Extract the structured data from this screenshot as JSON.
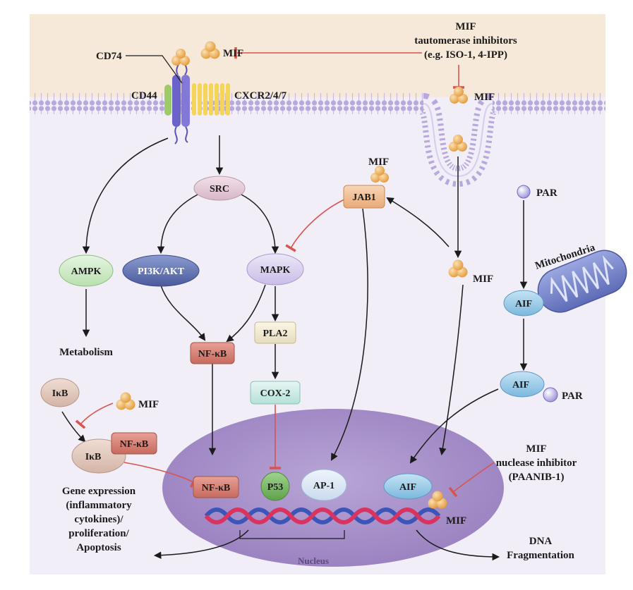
{
  "colors": {
    "extracellular": "#f6e9d9",
    "cytoplasm": "#f1eef7",
    "membrane": "#b9a8dc",
    "nucleus": "#a58fc7",
    "mif_particle": "#efb460",
    "activation_arrow": "#1b1b1b",
    "inhibition": "#d9534f",
    "dna_red": "#d8345f",
    "dna_blue": "#3b55b8"
  },
  "labels": {
    "cd74": "CD74",
    "mif_top": "MIF",
    "inhibitor_line1": "MIF",
    "inhibitor_line2": "tautomerase inhibitors",
    "inhibitor_line3": "(e.g. ISO-1, 4-IPP)",
    "cd44": "CD44",
    "cxcr": "CXCR2/4/7",
    "mif_endocytosis": "MIF",
    "mif_jab1": "MIF",
    "par_top": "PAR",
    "mitochondria": "Mitochondria",
    "mif_cytosol": "MIF",
    "metabolism": "Metabolism",
    "mif_ikb": "MIF",
    "par_bound": "PAR",
    "nuclease_line1": "MIF",
    "nuclease_line2": "nuclease inhibitor",
    "nuclease_line3": "(PAANIB-1)",
    "gene_line1": "Gene expression",
    "gene_line2": "(inflammatory",
    "gene_line3": "cytokines)/",
    "gene_line4": "proliferation/",
    "gene_line5": "Apoptosis",
    "mif_nucleus": "MIF",
    "dna_line1": "DNA",
    "dna_line2": "Fragmentation",
    "nucleus": "Nucleus"
  },
  "nodes": {
    "src": "SRC",
    "jab1": "JAB1",
    "ampk": "AMPK",
    "pi3k": "PI3K/AKT",
    "mapk": "MAPK",
    "pla2": "PLA2",
    "nfkb_cyto": "NF-κB",
    "cox2": "COX-2",
    "ikb_top": "IκB",
    "ikb_complex": "IκB",
    "nfkb_complex": "NF-κB",
    "nfkb_nuc": "NF-κB",
    "p53": "P53",
    "ap1": "AP-1",
    "aif_mito": "AIF",
    "aif_cyto": "AIF",
    "aif_nuc": "AIF"
  }
}
